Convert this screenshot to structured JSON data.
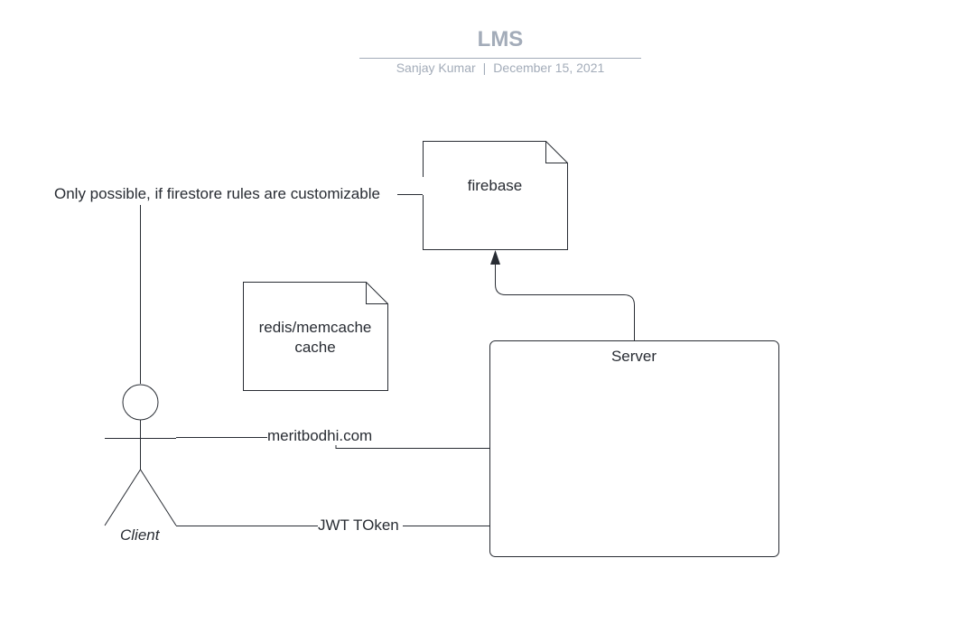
{
  "header": {
    "title": "LMS",
    "author": "Sanjay Kumar",
    "separator": "|",
    "date": "December 15, 2021"
  },
  "diagram": {
    "nodes": {
      "firebase": {
        "label": "firebase",
        "shape": "note"
      },
      "cache": {
        "line1": "redis/memcache",
        "line2": "cache",
        "shape": "note"
      },
      "server": {
        "label": "Server",
        "shape": "rounded-rectangle"
      },
      "client": {
        "label": "Client",
        "shape": "actor"
      }
    },
    "edges": {
      "firestore_note": "Only possible, if firestore rules are customizable",
      "domain": "meritbodhi.com",
      "jwt": "JWT TOken"
    },
    "colors": {
      "stroke": "#282c33",
      "header_text": "#a3acb9"
    }
  }
}
